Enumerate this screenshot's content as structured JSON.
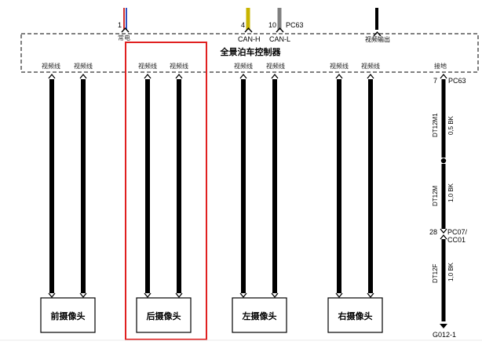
{
  "controller": {
    "title": "全景泊车控制器",
    "top_pins": [
      {
        "number": "1",
        "label": "常电"
      },
      {
        "number": "4",
        "label": "CAN-H"
      },
      {
        "number": "10",
        "label": "CAN-L"
      },
      {
        "number": "",
        "label": "视频输出"
      }
    ],
    "pin_connector_label": "PC63",
    "pin_labels": [
      "视频线",
      "视频线",
      "视频线",
      "视频线",
      "视频线",
      "视频线",
      "视频线",
      "视频线",
      "接地"
    ]
  },
  "cameras": [
    {
      "name": "前摄像头"
    },
    {
      "name": "后摄像头"
    },
    {
      "name": "左摄像头"
    },
    {
      "name": "右摄像头"
    }
  ],
  "ground": {
    "pin_top": "7",
    "pin_top_connector": "PC63",
    "seg1_connector": "DT12M1",
    "seg1_wire": "0,5 BK",
    "seg2_connector": "DT12M",
    "seg2_wire": "1,0 BK",
    "pin_mid": "28",
    "pin_mid_connector_line1": "PC07/",
    "pin_mid_connector_line2": "CC01",
    "seg3_connector": "DT12F",
    "seg3_wire": "1,0 BK",
    "ground_point": "G012-1"
  },
  "colors": {
    "wire": "#000000",
    "highlight": "#e02020",
    "pin1_wire_a": "#d03030",
    "pin1_wire_b": "#3050c0",
    "pin4_wire": "#c8b400",
    "pin10_wire": "#808080"
  }
}
